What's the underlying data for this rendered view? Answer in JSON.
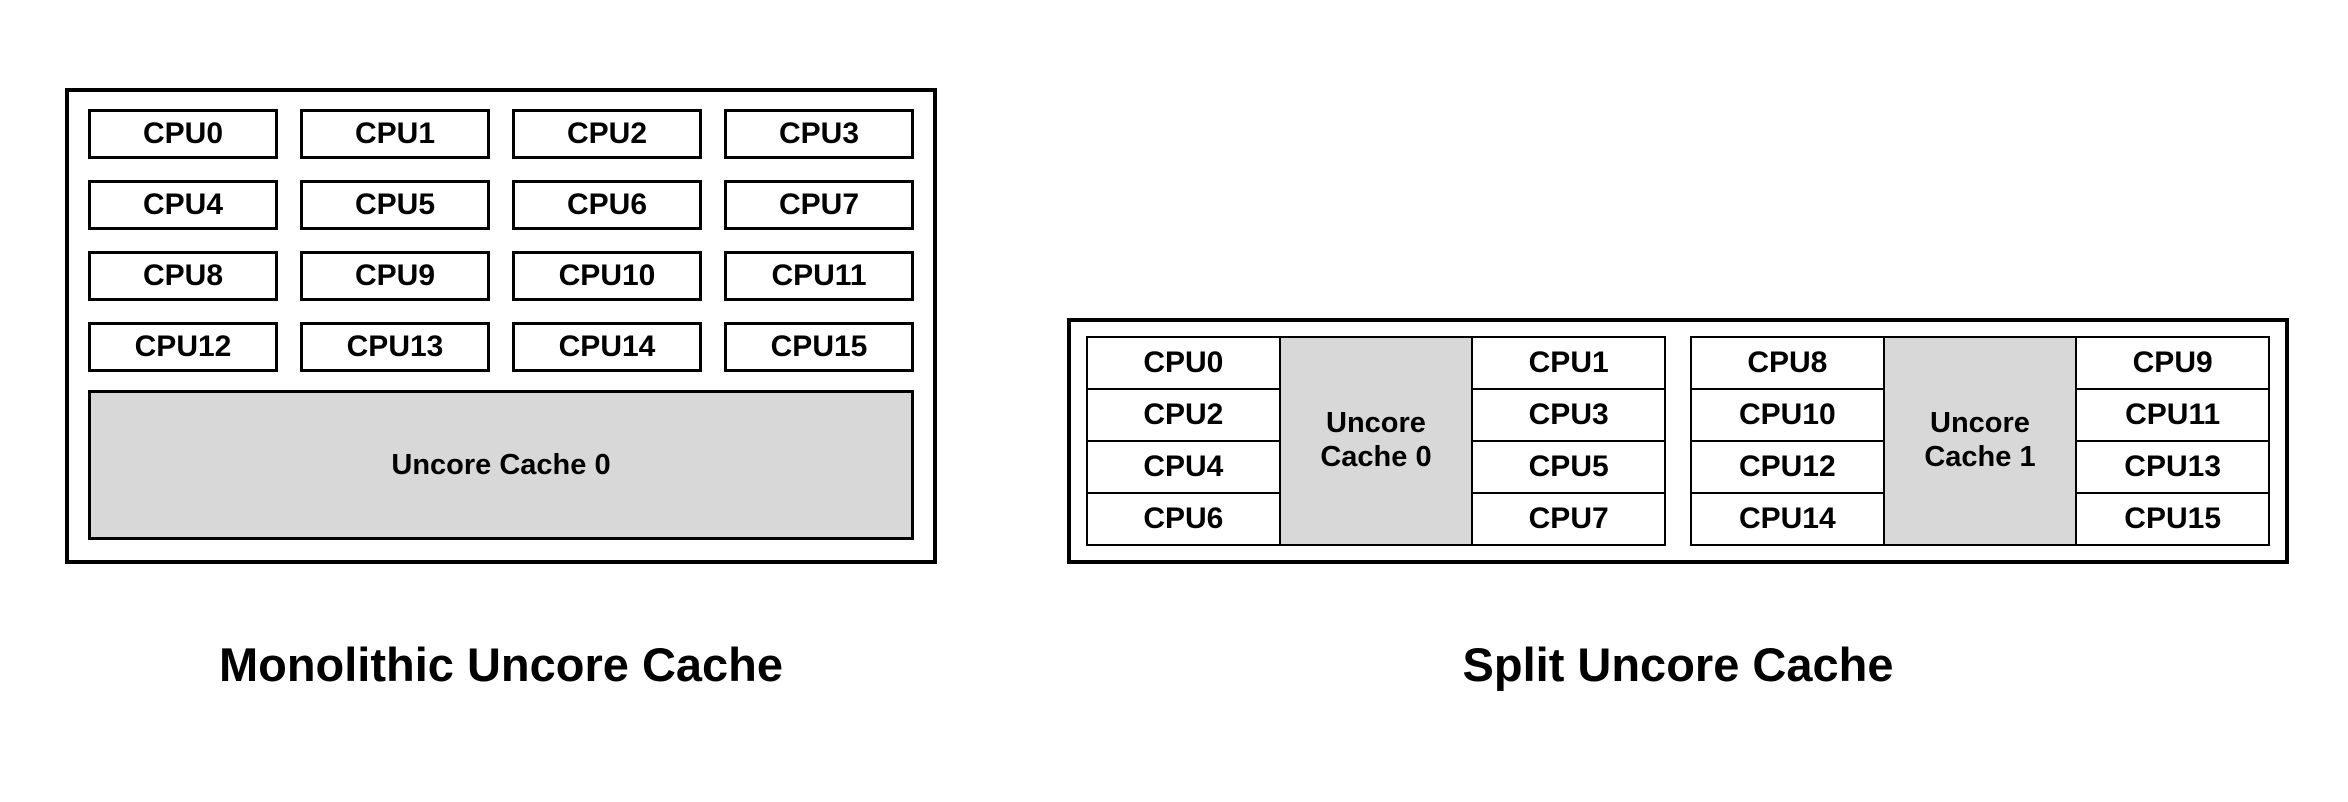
{
  "monolithic": {
    "caption": "Monolithic Uncore Cache",
    "cpus": [
      "CPU0",
      "CPU1",
      "CPU2",
      "CPU3",
      "CPU4",
      "CPU5",
      "CPU6",
      "CPU7",
      "CPU8",
      "CPU9",
      "CPU10",
      "CPU11",
      "CPU12",
      "CPU13",
      "CPU14",
      "CPU15"
    ],
    "cache_label": "Uncore Cache 0"
  },
  "split": {
    "caption": "Split Uncore Cache",
    "clusters": [
      {
        "left": [
          "CPU0",
          "CPU2",
          "CPU4",
          "CPU6"
        ],
        "cache_label": "Uncore Cache 0",
        "right": [
          "CPU1",
          "CPU3",
          "CPU5",
          "CPU7"
        ]
      },
      {
        "left": [
          "CPU8",
          "CPU10",
          "CPU12",
          "CPU14"
        ],
        "cache_label": "Uncore Cache 1",
        "right": [
          "CPU9",
          "CPU11",
          "CPU13",
          "CPU15"
        ]
      }
    ]
  },
  "colors": {
    "background": "#ffffff",
    "border": "#000000",
    "cache_fill": "#d8d8d8",
    "text": "#000000"
  }
}
